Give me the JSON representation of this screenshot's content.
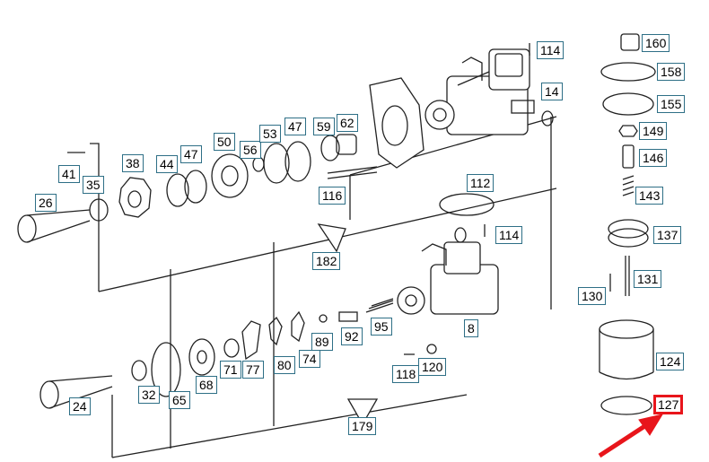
{
  "diagram": {
    "highlight_color": "#e8151b",
    "line_color": "#222222",
    "label_border_color": "#2e6f86",
    "callouts": {
      "c114a": "114",
      "c14": "14",
      "c160": "160",
      "c158": "158",
      "c155": "155",
      "c149": "149",
      "c146": "146",
      "c143": "143",
      "c137": "137",
      "c131": "131",
      "c130": "130",
      "c124": "124",
      "c127": "127",
      "c41": "41",
      "c38": "38",
      "c44": "44",
      "c47a": "47",
      "c50": "50",
      "c56": "56",
      "c53": "53",
      "c47b": "47",
      "c59": "59",
      "c62": "62",
      "c35": "35",
      "c26": "26",
      "c116": "116",
      "c112": "112",
      "c114b": "114",
      "c182": "182",
      "c95": "95",
      "c92": "92",
      "c89": "89",
      "c8": "8",
      "c74": "74",
      "c80": "80",
      "c77": "77",
      "c71": "71",
      "c68": "68",
      "c65": "65",
      "c32": "32",
      "c24": "24",
      "c118": "118",
      "c120": "120",
      "c179": "179"
    },
    "highlighted_callout": "127"
  }
}
